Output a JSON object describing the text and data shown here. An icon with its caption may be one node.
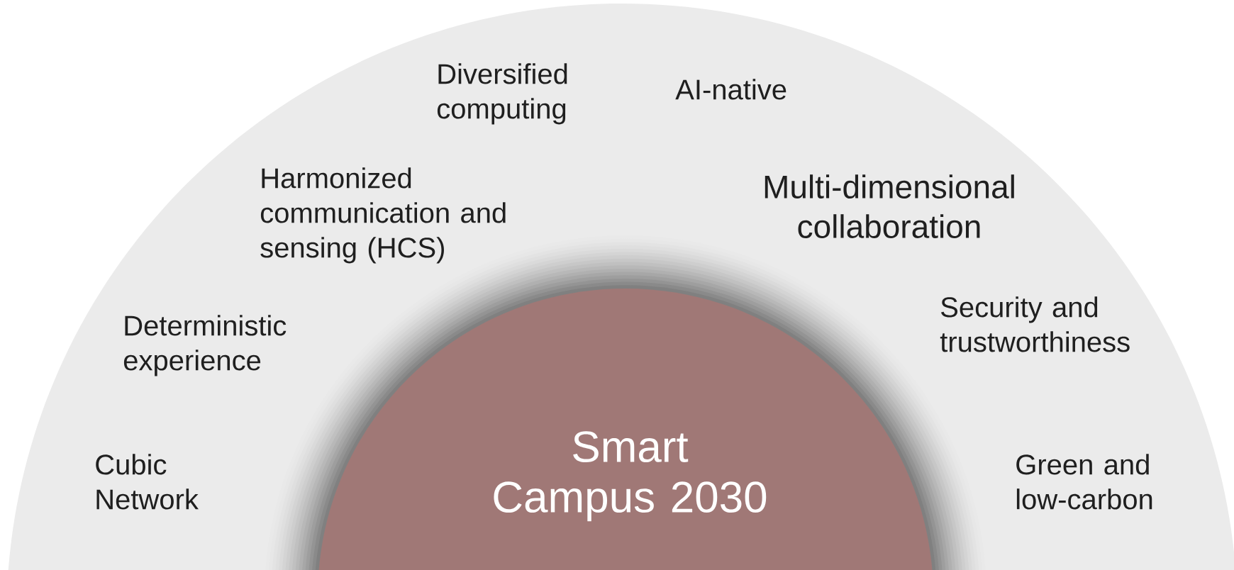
{
  "diagram": {
    "nodes": [
      {
        "text": [
          "Diversified computing",
          "AI-native",
          "Harmonized communication and sensing (HCS)",
          "Multi-dimensional collaboration",
          "Security and trustworthiness",
          "Deterministic experience",
          "Cubic Network",
          "Green and low-carbon"
        ]
      },
      {
        "text": [
          "Smart Campus 2030"
        ],
        "in": 0
      }
    ]
  }
}
